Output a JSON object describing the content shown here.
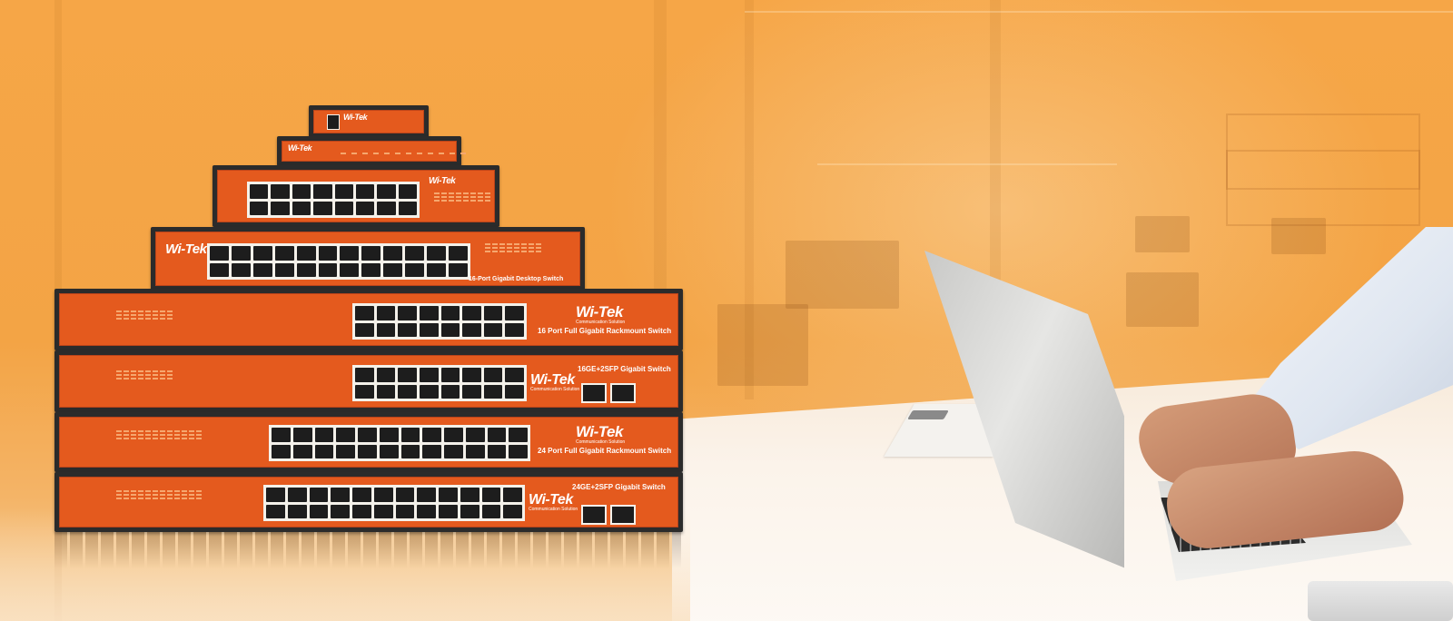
{
  "scene": {
    "description_colors": {
      "background": "#f6a647",
      "switch_face": "#e45a1e",
      "switch_frame": "#2b2b2b",
      "desk": "#fbf3ea"
    }
  },
  "switches": [
    {
      "brand": "Wi-Tek",
      "model": ""
    },
    {
      "brand": "Wi-Tek",
      "model": ""
    },
    {
      "brand": "Wi-Tek",
      "model": ""
    },
    {
      "brand": "Wi-Tek",
      "model": "16-Port Gigabit Desktop Switch"
    },
    {
      "brand": "Wi-Tek",
      "brand_tagline": "Communication Solution",
      "model": "16 Port Full Gigabit Rackmount Switch"
    },
    {
      "brand": "Wi-Tek",
      "brand_tagline": "Communication Solution",
      "model": "16GE+2SFP Gigabit Switch"
    },
    {
      "brand": "Wi-Tek",
      "brand_tagline": "Communication Solution",
      "model": "24 Port Full Gigabit Rackmount Switch"
    },
    {
      "brand": "Wi-Tek",
      "brand_tagline": "Communication Solution",
      "model": "24GE+2SFP Gigabit Switch"
    }
  ]
}
